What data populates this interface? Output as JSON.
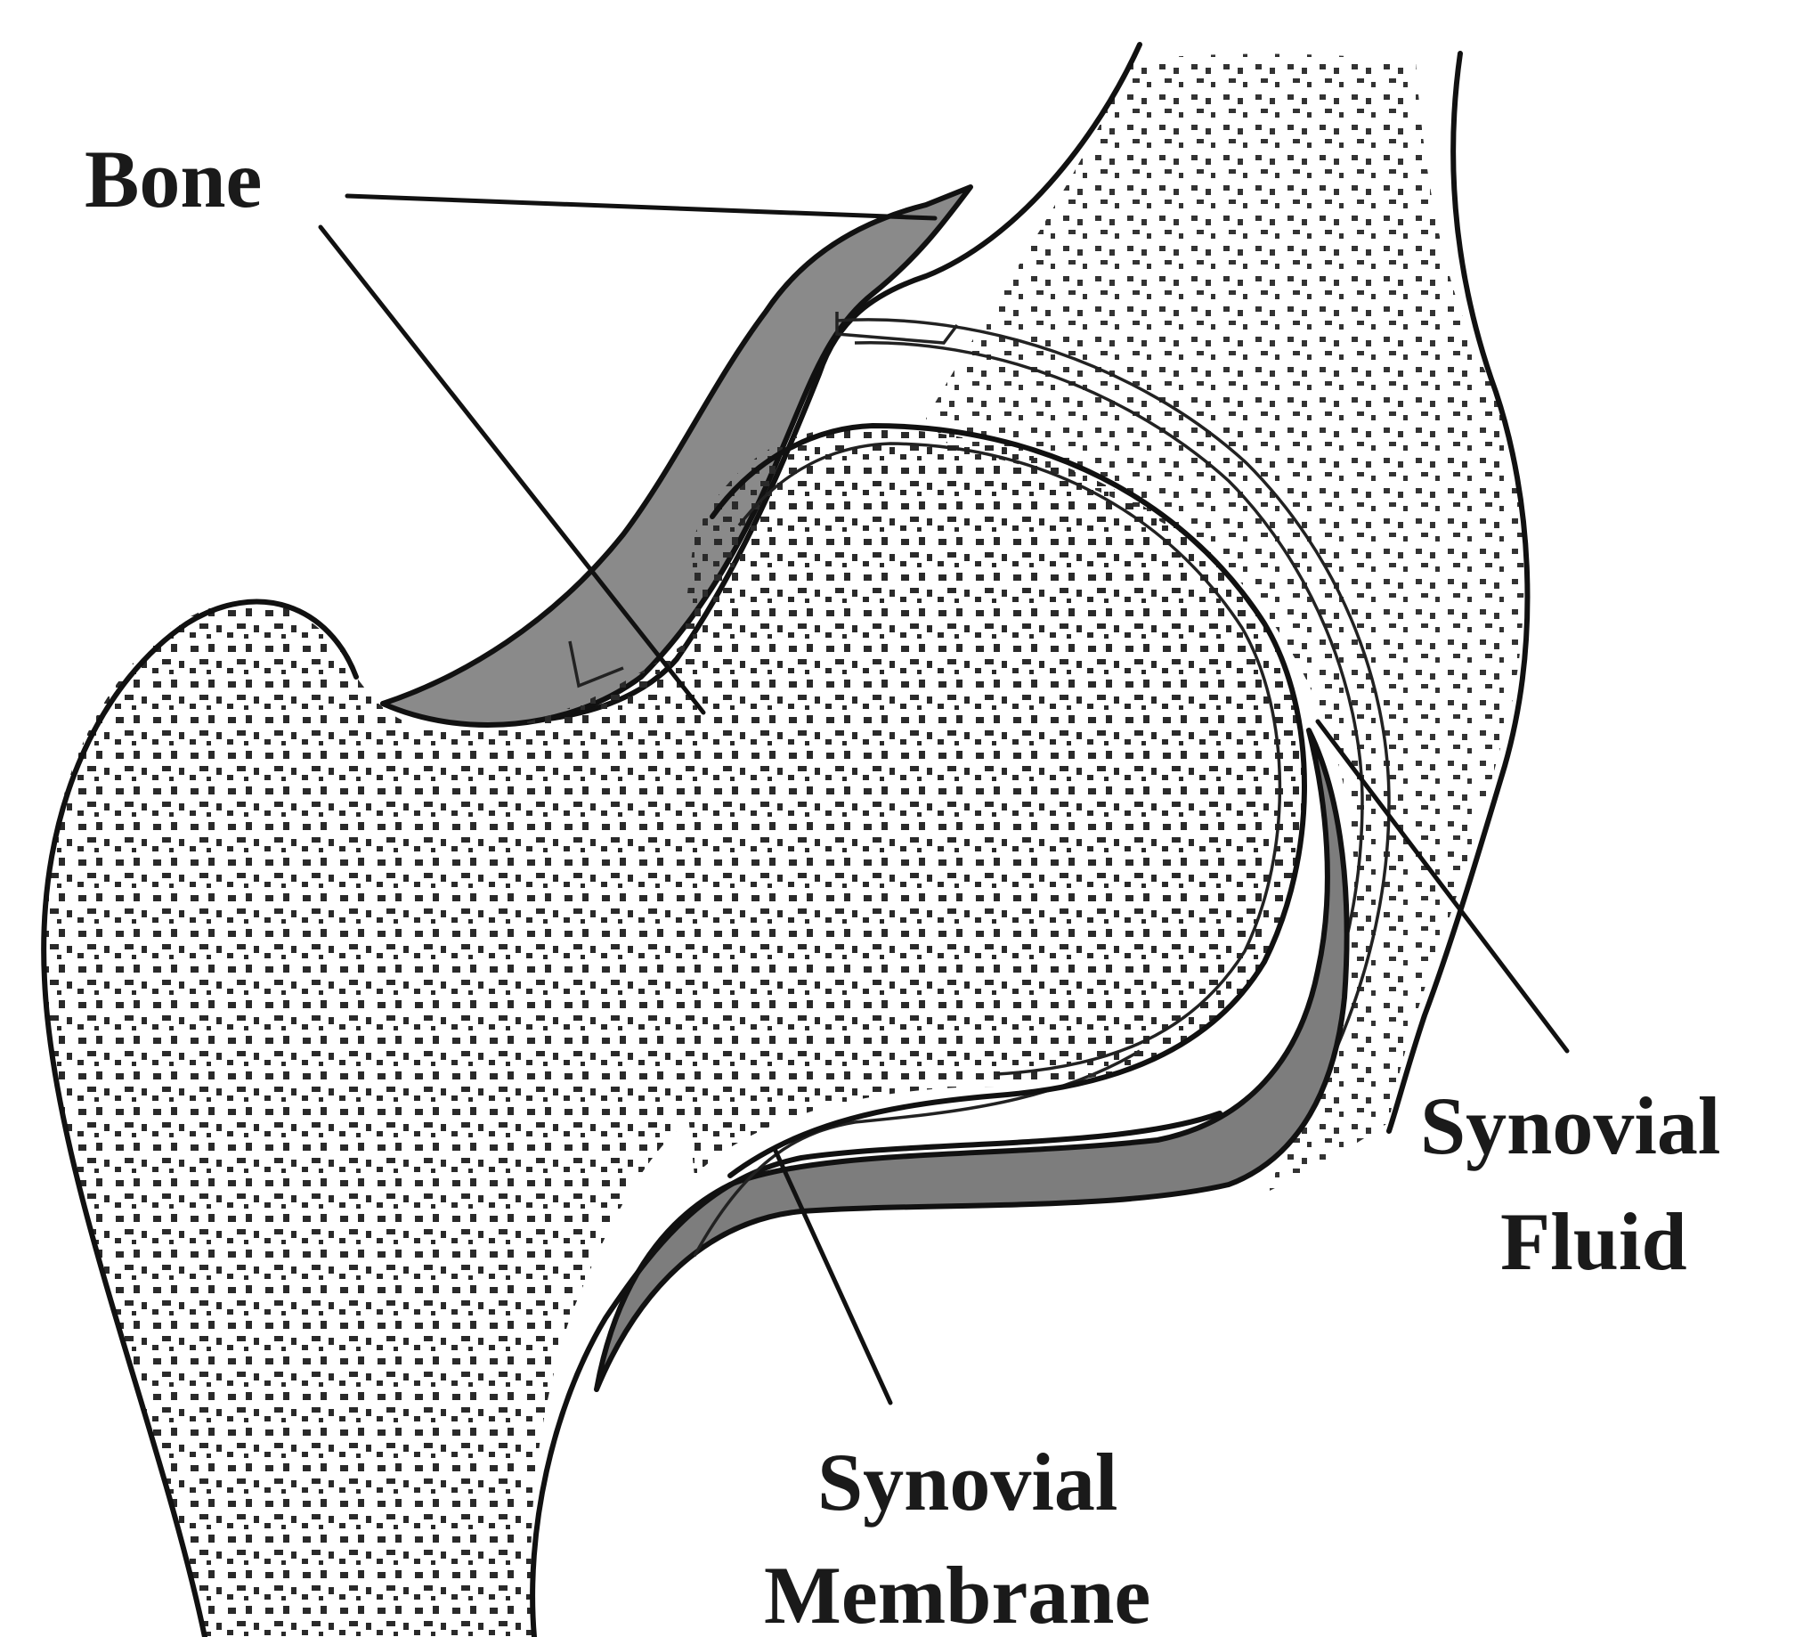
{
  "diagram": {
    "labels": {
      "bone": "Bone",
      "fluid_line1": "Synovial",
      "fluid_line2": "Fluid",
      "membrane_line1": "Synovial",
      "membrane_line2": "Membrane"
    },
    "colors": {
      "background": "#ffffff",
      "ink": "#111111",
      "cartilage_gray": "#8a8a8a",
      "stipple": "#2a2a2a"
    }
  }
}
